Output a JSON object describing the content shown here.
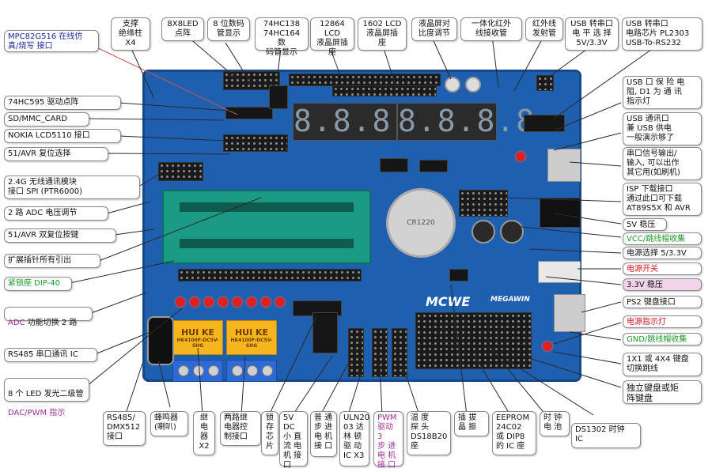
{
  "labels": {
    "mpc82g516": "MPC82G516 在线仿\n真/烧写 接口",
    "support_x4": "支撑\n绝缘柱\nX4",
    "dot_matrix_8x8": "8X8LED\n点阵",
    "seg_display_8": "8 位数码\n管显示",
    "hc138_hc164": "74HC138\n74HC164 数\n码管显示",
    "lcd12864": "12864 LCD\n液晶屏插\n座",
    "lcd1602": "1602  LCD\n液晶屏插\n座",
    "contrast": "液晶屏对\n比度调节",
    "ir_receiver": "一体化红外\n线接收管",
    "ir_transmitter": "红外线\n发射管",
    "usb_serial_level": "USB 转串口\n电 平 选 择\n5V/3.3V",
    "usb_serial_chip": "USB 转串口\n电路芯片 PL2303\nUSB-To-RS232",
    "hc595": "74HC595 驱动点阵",
    "sd_mmc": "SD/MMC_CARD",
    "nokia_lcd": "NOKIA LCD5110 接口",
    "reset_select": "51/AVR 复位选择",
    "wireless": "2.4G 无线通讯模块\n接口 SPI (PTR6000)",
    "adc_adjust": "2 路 ADC 电压调节",
    "dual_reset": "51/AVR 双复位按键",
    "expansion": "扩展插针所有引出",
    "zif40": "紧锁座 DIP-40",
    "adc_switch_prefix": "ADC",
    "adc_switch_rest": " 功能切换 2 路",
    "rs485_port": "RS485 串口通讯 IC",
    "led8_line1": "8 个 LED 发光二级管",
    "led8_line2_a": "DAC",
    "led8_line2_b": "/PWM 指示",
    "usb_protect": "USB  口 保 险 电\n阻, D1 为 通 讯\n指示灯",
    "usb_power": "USB 通讯口\n兼 USB 供电\n一般演示够了",
    "serial_io": "串口信号输出/\n输入, 可以出作\n其它用(如刷机)",
    "isp": "ISP 下载接口\n通过此口可下载\nAT89S5X 和 AVR",
    "reg5v": "5V 稳压",
    "vcc_jumper": "VCC/跳线帽收集",
    "power_select": "电源选择 5/3.3V",
    "power_switch": "电源开关",
    "reg33": "3.3V 稳压",
    "ps2": "PS2 键盘接口",
    "power_led": "电源指示灯",
    "gnd_jumper": "GND/跳线帽收集",
    "keypad_jumper": "1X1  或 4X4  键盘\n切换跳线",
    "keypad_matrix": "独立键盘或矩\n阵键盘",
    "rs485_dmx": "RS485/\nDMX512\n接口",
    "buzzer": "蜂鸣器\n(喇叭)",
    "relay_x2": "继\n电\n器\nX2",
    "relay_ctrl": "两路继\n电器控\n制接口",
    "latch_chip": "锁\n存\n芯\n片",
    "dc5v_motor": "5V DC\n小 直\n流 电\n机 接\n口",
    "stepper_if": "普 通\n步 进\n电 机\n接 口",
    "uln2003": "ULN20\n03 达\n林 顿\n驱 动\nIC X3",
    "pwm_stepper": "PWM\n驱动 3\n步 进\n电 机\n接 口",
    "temp_probe": "温   度\n探   头\nDS18B20\n座",
    "crystal": "插 拔\n晶 振",
    "eeprom": "EEPROM\n24C02\n或 DIP8\n的 IC 座",
    "clock_battery": "时 钟\n电 池",
    "ds1302": "DS1302 时钟\nIC"
  },
  "board": {
    "seg_digits": "8.8.8.8.",
    "seg_digits_2": "8.8.8.8.",
    "relay_brand": "HUI KE",
    "relay_model": "HK4100F-DC5V-SHG",
    "brand": "MCWE",
    "megawin": "MEGAWIN",
    "battery_text": "CR1220"
  },
  "colors": {
    "board": "#1e5fb0",
    "label_red": "#d4141e",
    "label_green": "#1a9a2a",
    "label_purple": "#a0309a",
    "relay": "#f6b51c",
    "terminal": "#2d6ad6",
    "zif_socket": "#1b9a86",
    "led": "#e0201c"
  },
  "icons": {
    "led": "led-icon",
    "battery": "coin-battery-icon",
    "capacitor": "capacitor-icon"
  }
}
